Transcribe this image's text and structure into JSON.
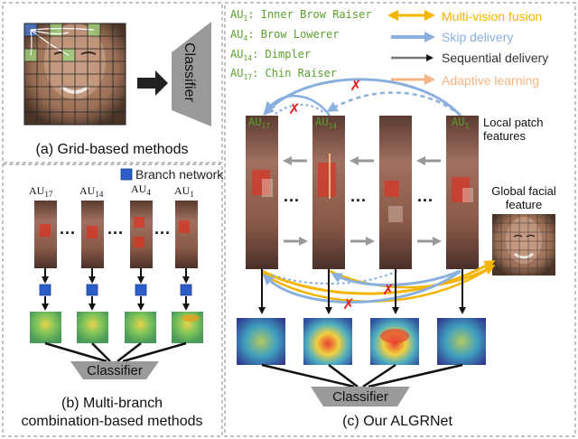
{
  "panel_a": {
    "classifier_label": "Classifier",
    "caption": "(a) Grid-based methods"
  },
  "panel_b": {
    "legend_label": "Branch network",
    "columns": [
      {
        "au": "AU",
        "num": "17"
      },
      {
        "au": "AU",
        "num": "14"
      },
      {
        "au": "AU",
        "num": "4"
      },
      {
        "au": "AU",
        "num": "1"
      }
    ],
    "ellipsis": "···",
    "classifier_label": "Classifier",
    "caption_line1": "(b) Multi-branch",
    "caption_line2": "combination-based methods"
  },
  "panel_c": {
    "au_legend": [
      {
        "au": "AU",
        "num": "1",
        "name": ": Inner Brow Raiser"
      },
      {
        "au": "AU",
        "num": "4",
        "name": ": Brow Lowerer"
      },
      {
        "au": "AU",
        "num": "14",
        "name": ": Dimpler"
      },
      {
        "au": "AU",
        "num": "17",
        "name": ": Chin Raiser"
      }
    ],
    "arrow_legend": [
      {
        "label": "Multi-vision fusion",
        "color": "#f5b400"
      },
      {
        "label": "Skip delivery",
        "color": "#8ab0e0"
      },
      {
        "label": "Sequential delivery",
        "color": "#777777"
      },
      {
        "label": "Adaptive learning",
        "color": "#f5b482"
      }
    ],
    "patch_labels": [
      {
        "au": "AU",
        "num": "17"
      },
      {
        "au": "AU",
        "num": "14"
      },
      {
        "au": "AU",
        "num": "1"
      }
    ],
    "local_label_line1": "Local patch",
    "local_label_line2": "features",
    "global_label_line1": "Global facial",
    "global_label_line2": "feature",
    "ellipsis": "···",
    "classifier_label": "Classifier",
    "caption": "(c) Our ALGRNet"
  },
  "colors": {
    "au_green": "#5aa02c",
    "skip_blue": "#8ab0e0",
    "fusion_yellow": "#f5b400",
    "adaptive_orange": "#f5b482",
    "cross_red": "#e02020"
  }
}
